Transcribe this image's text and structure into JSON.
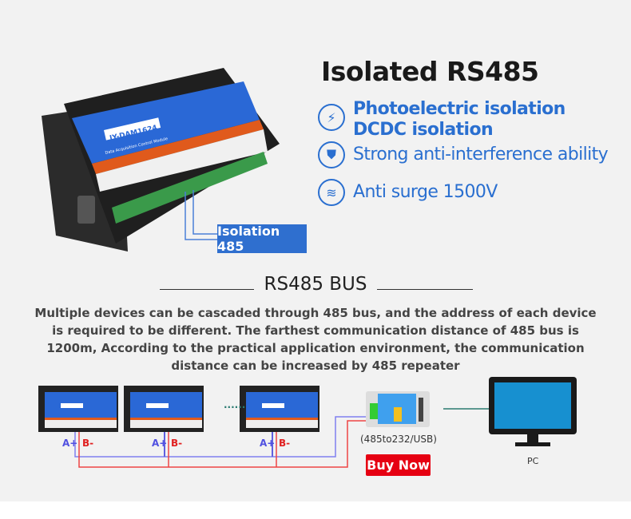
{
  "heading": "Isolated RS485",
  "features": [
    {
      "icon": "lightning-icon",
      "lines": [
        "Photoelectric isolation",
        "DCDC isolation"
      ]
    },
    {
      "icon": "shield-icon",
      "lines": [
        "Strong anti-interference ability"
      ]
    },
    {
      "icon": "surge-waves-icon",
      "lines": [
        "Anti surge 1500V"
      ]
    }
  ],
  "product": {
    "model": "JY-DAM1624",
    "subtitle": "Data Acquisition Control Module",
    "callout": "Isolation 485"
  },
  "bus": {
    "title": "RS485 BUS",
    "description": "Multiple devices can be cascaded through 485 bus, and the address of each device is required to be different. The farthest communication distance of 485 bus is 1200m, According to the practical application environment, the communication distance can be increased by 485 repeater"
  },
  "diagram": {
    "a_label": "A+",
    "b_label": "B-",
    "ellipsis": "......",
    "converter_label": "(485to232/USB)",
    "buy_label": "Buy Now",
    "pc_label": "PC"
  },
  "colors": {
    "accent": "#2a6fd0",
    "a_wire": "#7b7bf0",
    "b_wire": "#ee4444",
    "buy": "#e60012"
  }
}
